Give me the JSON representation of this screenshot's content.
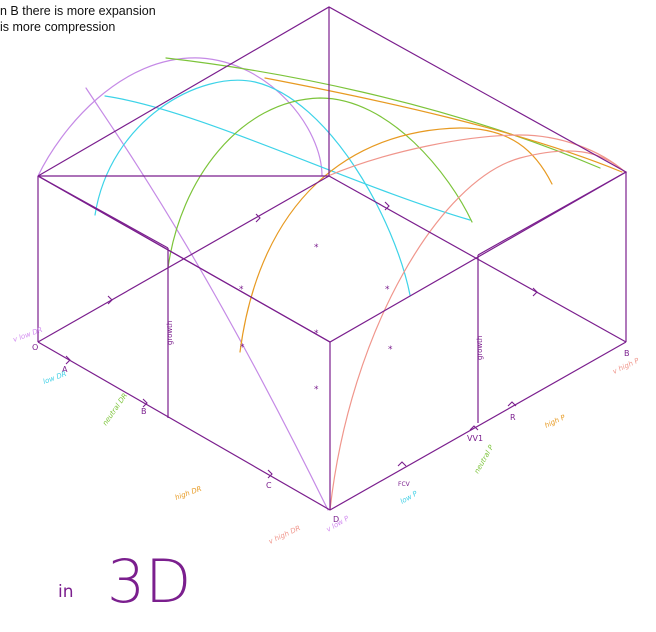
{
  "note_lines": [
    "n B there is more expansion",
    "is more compression"
  ],
  "footer_text": {
    "small": "in",
    "big": "3D"
  },
  "corner_labels": {
    "left": "O",
    "bottom": "D",
    "right": "B"
  },
  "front_left_edge_ticks": [
    "A",
    "B",
    "C"
  ],
  "front_right_edge_ticks": [
    "VV1",
    "R"
  ],
  "front_right_edge_letters": {
    "fcv": "FCV"
  },
  "vertical_line_labels": {
    "left": "growth",
    "right": "growth"
  },
  "handwritten_annotations": {
    "v_low_dr": "v low DR",
    "low_dr": "low DR",
    "neutral_dr": "neutral DR",
    "high_dr": "high DR",
    "v_high_dr": "v high DR",
    "v_low_p": "v low P",
    "low_p": "low P",
    "neutral_p": "neutral P",
    "high_p": "high P",
    "v_high_p": "v high P"
  },
  "colors": {
    "frame": "#7B1F8E",
    "violet_curve": "#C58AE6",
    "cyan_curve": "#3DD3E8",
    "green_curve": "#7CC43A",
    "orange_curve": "#E79A22",
    "pink_curve": "#F0968C",
    "violet_label": "#D28AF0",
    "cyan_label": "#40D0E6",
    "green_label": "#7CC43A",
    "orange_label": "#E79A22",
    "pink_label": "#F0968C",
    "text": "#111111"
  }
}
